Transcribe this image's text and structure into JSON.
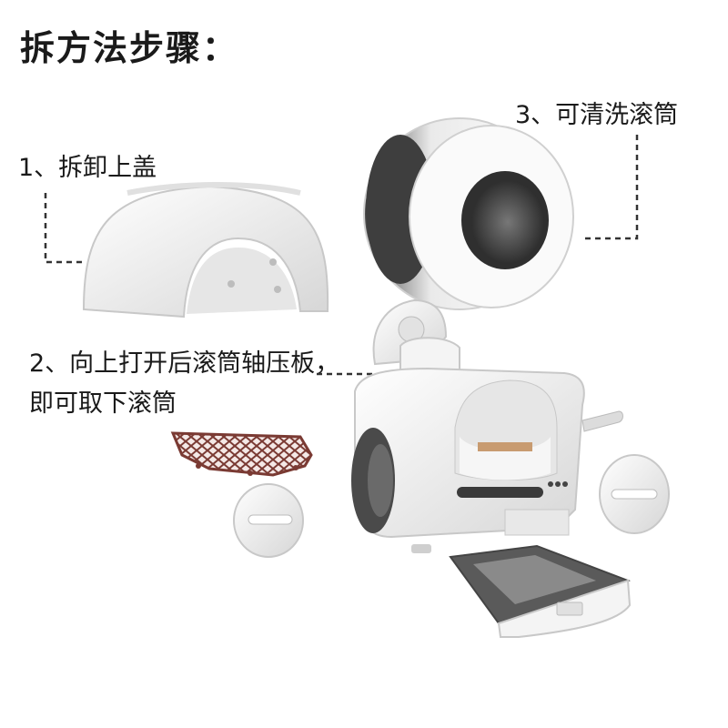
{
  "title": "拆方法步骤：",
  "steps": {
    "step1": "1、拆卸上盖",
    "step2_line1": "2、向上打开后滚筒轴压板，",
    "step2_line2": "即可取下滚筒",
    "step3": "3、可清洗滚筒"
  },
  "colors": {
    "plastic": "#f2f2f2",
    "shade": "#d9d9d9",
    "dark": "#3c3c3c",
    "mesh": "#7a3a33",
    "leader": "#333333"
  }
}
